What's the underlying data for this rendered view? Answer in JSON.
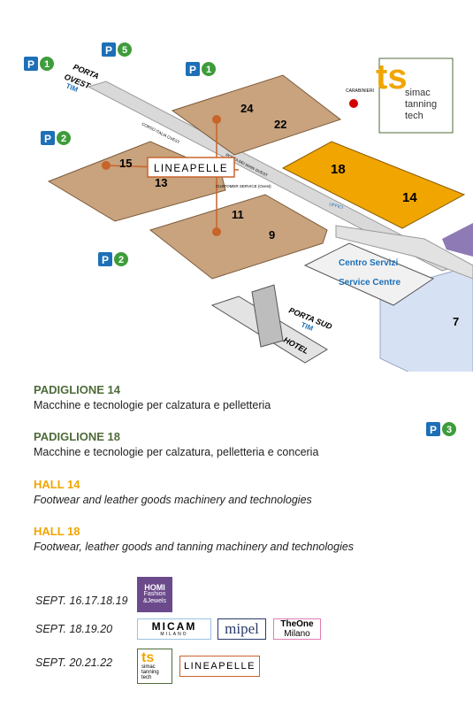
{
  "map": {
    "parking": [
      "P1",
      "P5",
      "P1",
      "P2",
      "P2",
      "P3"
    ],
    "halls": [
      "24",
      "22",
      "15",
      "13",
      "11",
      "9",
      "18",
      "14",
      "7"
    ],
    "lineapelle": "LINEAPELLE",
    "porta_ovest": [
      "PORTA",
      "OVEST",
      "TIM"
    ],
    "porta_sud": [
      "PORTA SUD",
      "TIM"
    ],
    "service": [
      "Centro Servizi",
      "Service Centre"
    ],
    "hotel": "HOTEL",
    "carabinieri": "CARABINIERI",
    "customer_service": "CUSTOMER SERVICE (Ovest)",
    "uffici": "UFFICI",
    "corso": "CORSO ITALIA OVEST",
    "porta_via": "PORTA DEI MAIN OVEST",
    "simac": [
      "simac",
      "tanning",
      "tech"
    ]
  },
  "legend": [
    {
      "heading": "PADIGLIONE 14",
      "text": "Macchine e tecnologie per calzatura e pelletteria"
    },
    {
      "heading": "PADIGLIONE 18",
      "text": "Macchine e tecnologie per calzatura, pelletteria e conceria"
    },
    {
      "heading": "HALL 14",
      "text": "Footwear and leather goods machinery and technologies"
    },
    {
      "heading": "HALL 18",
      "text": "Footwear, leather goods and tanning machinery and technologies"
    }
  ],
  "dates": [
    {
      "label": "SEPT. 16.17.18.19"
    },
    {
      "label": "SEPT. 18.19.20"
    },
    {
      "label": "SEPT. 20.21.22"
    }
  ],
  "logos": {
    "homi": [
      "HOMI",
      "Fashion",
      "&Jewels"
    ],
    "micam": [
      "MICAM",
      "MILANO"
    ],
    "mipel": "mipel",
    "theone": [
      "TheOne",
      "Milano"
    ],
    "simac_small": [
      "simac",
      "tanning",
      "tech"
    ],
    "lineapelle": "LINEAPELLE"
  },
  "colors": {
    "green": "#4f6b3a",
    "orange": "#f0a500",
    "hall": "#c8a37e",
    "blue": "#1d70b7",
    "parking_green": "#3e9c3a"
  }
}
